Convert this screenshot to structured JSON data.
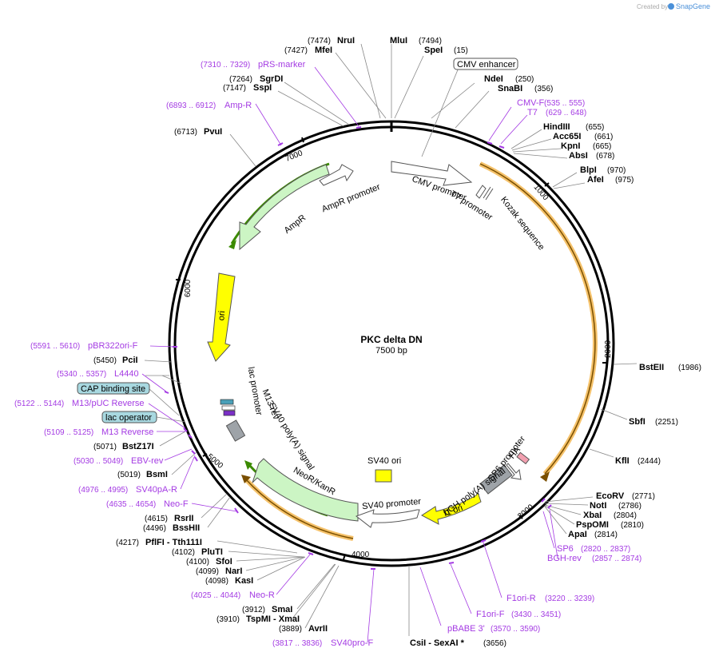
{
  "header": {
    "created_by": "Created by",
    "brand": "SnapGene"
  },
  "plasmid": {
    "name": "PKC delta DN",
    "length_label": "7500 bp",
    "length": 7500
  },
  "colors": {
    "primer": "#a43be3",
    "promoter_fill": "#ffffff",
    "marker_fill": "#ccf5c4",
    "ori_fill": "#ffff00",
    "polyA_fill": "#9ea3a8",
    "orf_orange": "#f5c26b",
    "orf_dark": "#7a4f00",
    "amp_dark": "#3b8a00",
    "boxed_label": "#a8d8e0"
  },
  "ticks": [
    "1000",
    "2000",
    "3000",
    "4000",
    "5000",
    "6000",
    "7000"
  ],
  "enzymes": [
    {
      "name": "NruI",
      "pos": "(7474)"
    },
    {
      "name": "MluI",
      "pos": "(7494)"
    },
    {
      "name": "MfeI",
      "pos": "(7427)"
    },
    {
      "name": "SpeI",
      "pos": "(15)"
    },
    {
      "name": "SgrDI",
      "pos": "(7264)"
    },
    {
      "name": "SspI",
      "pos": "(7147)"
    },
    {
      "name": "NdeI",
      "pos": "(250)"
    },
    {
      "name": "SnaBI",
      "pos": "(356)"
    },
    {
      "name": "PvuI",
      "pos": "(6713)"
    },
    {
      "name": "HindIII",
      "pos": "(655)"
    },
    {
      "name": "Acc65I",
      "pos": "(661)"
    },
    {
      "name": "KpnI",
      "pos": "(665)"
    },
    {
      "name": "AbsI",
      "pos": "(678)"
    },
    {
      "name": "BlpI",
      "pos": "(970)"
    },
    {
      "name": "AfeI",
      "pos": "(975)"
    },
    {
      "name": "BstEII",
      "pos": "(1986)"
    },
    {
      "name": "SbfI",
      "pos": "(2251)"
    },
    {
      "name": "KflI",
      "pos": "(2444)"
    },
    {
      "name": "EcoRV",
      "pos": "(2771)"
    },
    {
      "name": "NotI",
      "pos": "(2786)"
    },
    {
      "name": "XbaI",
      "pos": "(2804)"
    },
    {
      "name": "PspOMI",
      "pos": "(2810)"
    },
    {
      "name": "ApaI",
      "pos": "(2814)"
    },
    {
      "name": "PciI",
      "pos": "(5450)"
    },
    {
      "name": "BstZ17I",
      "pos": "(5071)"
    },
    {
      "name": "BsmI",
      "pos": "(5019)"
    },
    {
      "name": "RsrII",
      "pos": "(4615)"
    },
    {
      "name": "BssHII",
      "pos": "(4496)"
    },
    {
      "name": "PflFI - Tth111I",
      "pos": "(4217)"
    },
    {
      "name": "PluTI",
      "pos": "(4102)"
    },
    {
      "name": "SfoI",
      "pos": "(4100)"
    },
    {
      "name": "NarI",
      "pos": "(4099)"
    },
    {
      "name": "KasI",
      "pos": "(4098)"
    },
    {
      "name": "SmaI",
      "pos": "(3912)"
    },
    {
      "name": "TspMI - XmaI",
      "pos": "(3910)"
    },
    {
      "name": "AvrII",
      "pos": "(3889)"
    },
    {
      "name": "CsiI - SexAI *",
      "pos": "(3656)"
    }
  ],
  "primers": [
    {
      "name": "pRS-marker",
      "range": "(7310 .. 7329)"
    },
    {
      "name": "Amp-R",
      "range": "(6893 .. 6912)"
    },
    {
      "name": "CMV-F",
      "range": "(535 .. 555)"
    },
    {
      "name": "T7",
      "range": "(629 .. 648)"
    },
    {
      "name": "pBR322ori-F",
      "range": "(5591 .. 5610)"
    },
    {
      "name": "L4440",
      "range": "(5340 .. 5357)"
    },
    {
      "name": "M13/pUC Reverse",
      "range": "(5122 .. 5144)"
    },
    {
      "name": "M13 Reverse",
      "range": "(5109 .. 5125)"
    },
    {
      "name": "EBV-rev",
      "range": "(5030 .. 5049)"
    },
    {
      "name": "SV40pA-R",
      "range": "(4976 .. 4995)"
    },
    {
      "name": "Neo-F",
      "range": "(4635 .. 4654)"
    },
    {
      "name": "Neo-R",
      "range": "(4025 .. 4044)"
    },
    {
      "name": "SV40pro-F",
      "range": "(3817 .. 3836)"
    },
    {
      "name": "pBABE 3'",
      "range": "(3570 .. 3590)"
    },
    {
      "name": "F1ori-F",
      "range": "(3430 .. 3451)"
    },
    {
      "name": "F1ori-R",
      "range": "(3220 .. 3239)"
    },
    {
      "name": "SP6",
      "range": "(2820 .. 2837)"
    },
    {
      "name": "BGH-rev",
      "range": "(2857 .. 2874)"
    }
  ],
  "boxed_labels": [
    "CMV enhancer",
    "CAP binding site",
    "lac operator"
  ],
  "features": {
    "cmv_promoter": "CMV promoter",
    "t7_promoter": "T7 promoter",
    "kozak": "Kozak sequence",
    "ampr_promoter": "AmpR promoter",
    "ampr": "AmpR",
    "ori": "ori",
    "lac_promoter": "lac promoter",
    "m13_rev": "M13 rev",
    "sv40_polyA": "SV40 poly(A) signal",
    "neor": "NeoR/KanR",
    "sv40_ori": "SV40 ori",
    "sv40_promoter": "SV40 promoter",
    "f1_ori": "f1 ori",
    "bgh_polyA": "bGH poly(A) signal",
    "sp6_promoter": "SP6 promoter",
    "ha": "HA"
  }
}
